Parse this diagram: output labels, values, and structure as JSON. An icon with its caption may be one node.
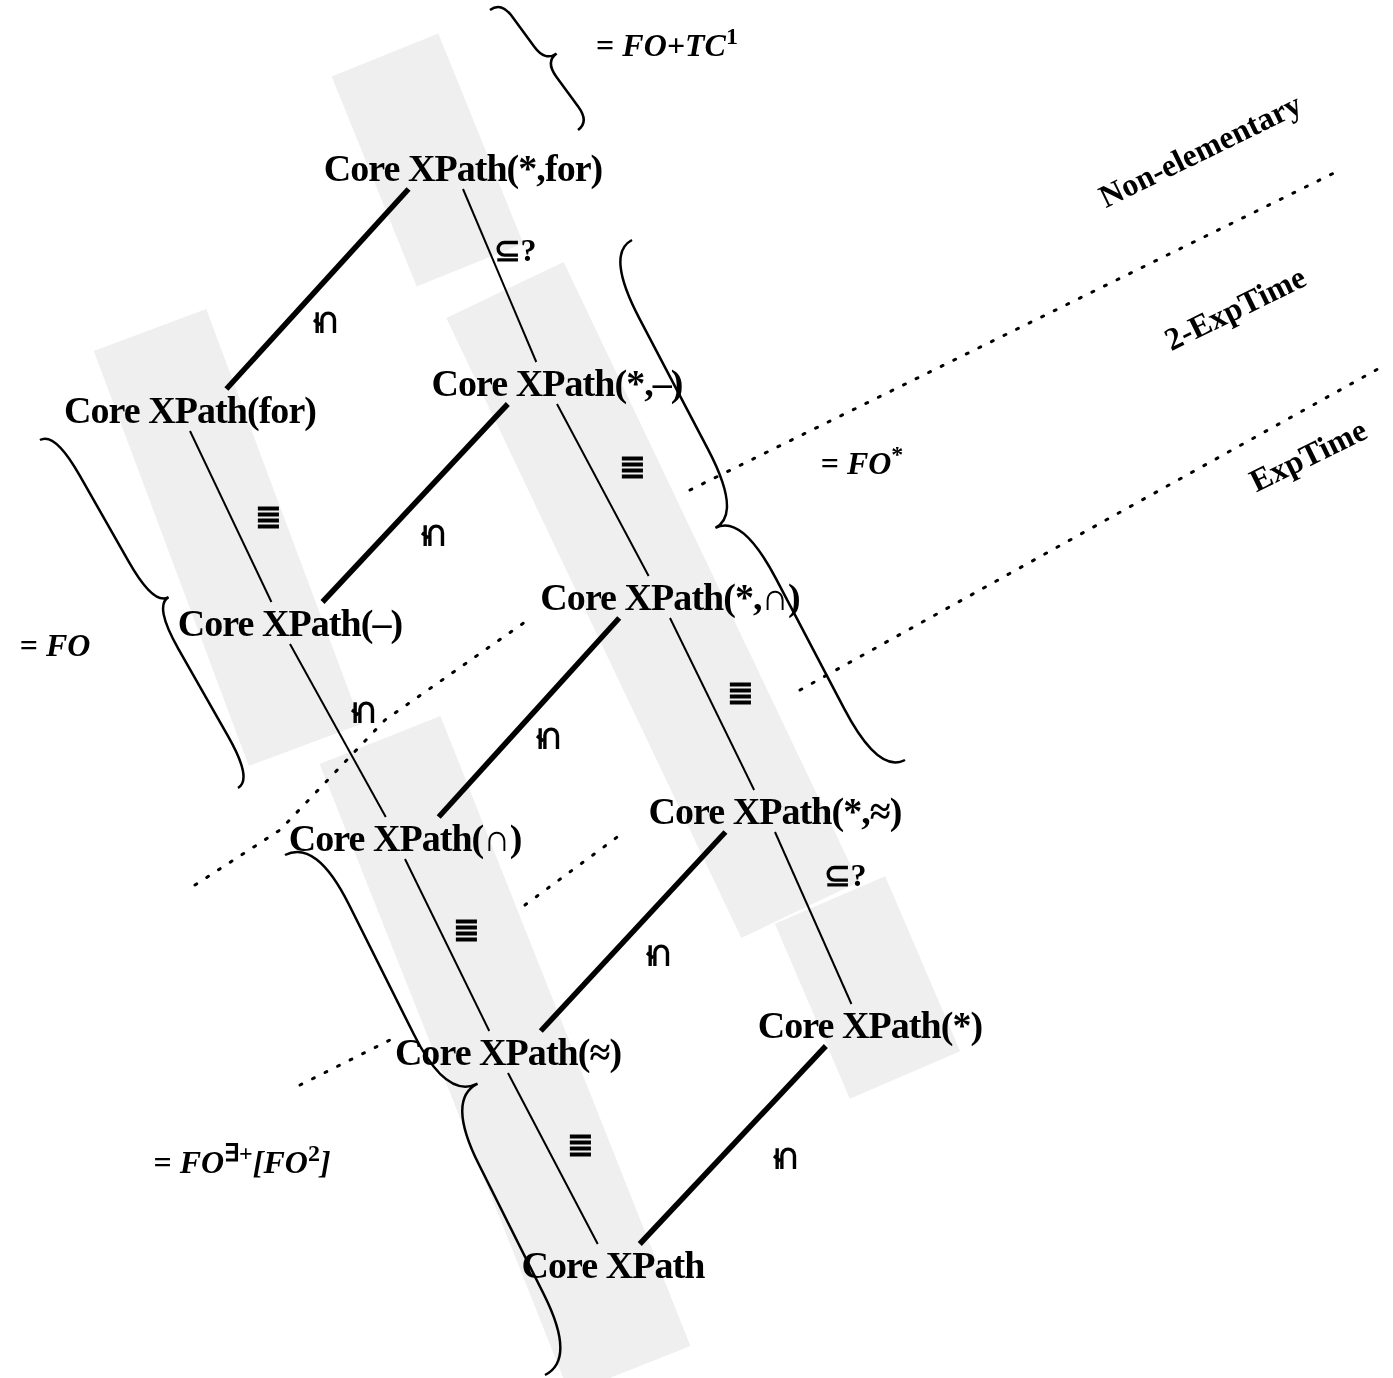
{
  "diagram": {
    "nodes": [
      {
        "text": [
          "Core XPath(*,for)"
        ]
      },
      {
        "text": [
          "Core XPath(for)"
        ]
      },
      {
        "text": [
          "Core XPath(*,–)"
        ]
      },
      {
        "text": [
          "Core XPath(–)"
        ]
      },
      {
        "text": [
          "Core XPath(*,∩)"
        ]
      },
      {
        "text": [
          "Core XPath(∩)"
        ]
      },
      {
        "text": [
          "Core XPath(*,≈)"
        ]
      },
      {
        "text": [
          "Core XPath(≈)"
        ]
      },
      {
        "text": [
          "Core XPath(*)"
        ]
      },
      {
        "text": [
          "Core XPath"
        ]
      }
    ],
    "edges": [
      {
        "from": 0,
        "to": 1,
        "arrow": "none",
        "label": "⊊",
        "style": "thick"
      },
      {
        "from": 0,
        "to": 2,
        "arrow": "none",
        "label": "⊆?"
      },
      {
        "from": 1,
        "to": 3,
        "arrow": "none",
        "label": "≣"
      },
      {
        "from": 2,
        "to": 3,
        "arrow": "none",
        "label": "⊊",
        "style": "thick"
      },
      {
        "from": 2,
        "to": 4,
        "arrow": "none",
        "label": "≣"
      },
      {
        "from": 3,
        "to": 5,
        "arrow": "none",
        "label": "⊊"
      },
      {
        "from": 4,
        "to": 5,
        "arrow": "none",
        "label": "⊊",
        "style": "thick"
      },
      {
        "from": 4,
        "to": 6,
        "arrow": "none",
        "label": "≣"
      },
      {
        "from": 5,
        "to": 7,
        "arrow": "none",
        "label": "≣"
      },
      {
        "from": 6,
        "to": 7,
        "arrow": "none",
        "label": "⊊",
        "style": "thick"
      },
      {
        "from": 6,
        "to": 8,
        "arrow": "none",
        "label": "⊆?"
      },
      {
        "from": 7,
        "to": 9,
        "arrow": "none",
        "label": "≣"
      },
      {
        "from": 8,
        "to": 9,
        "arrow": "none",
        "label": "⊊",
        "style": "thick"
      }
    ],
    "labels": [
      "= *FO+TC*$^{1}$",
      "Non-elementary",
      "2-ExpTime",
      "ExpTime",
      "= *FO*$^{*}$",
      "= *FO*",
      "= *FO*$^{∃+}$*[FO*$^{2}$*]*"
    ]
  }
}
